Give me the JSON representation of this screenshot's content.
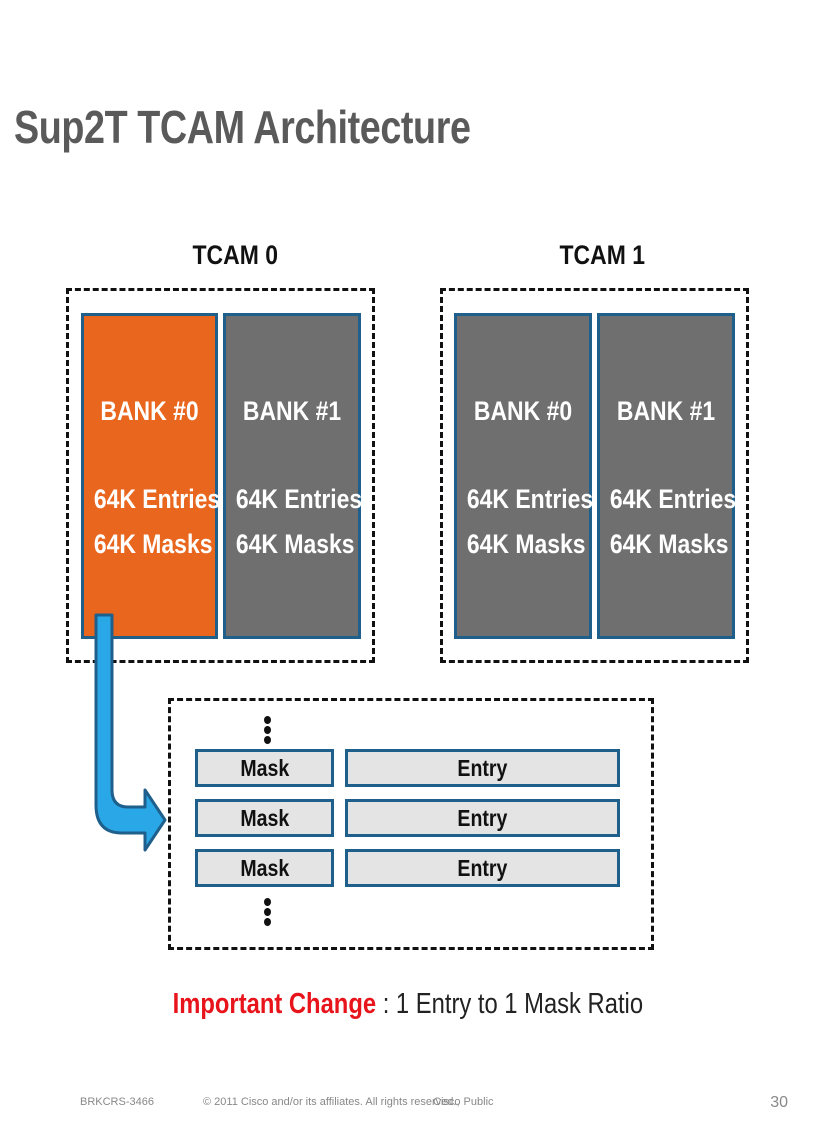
{
  "title": "Sup2T TCAM Architecture",
  "tcams": [
    {
      "label": "TCAM 0",
      "banks": [
        {
          "name": "BANK #0",
          "entries": "64K Entries",
          "masks": "64K Masks",
          "active": true
        },
        {
          "name": "BANK #1",
          "entries": "64K Entries",
          "masks": "64K Masks",
          "active": false
        }
      ]
    },
    {
      "label": "TCAM 1",
      "banks": [
        {
          "name": "BANK #0",
          "entries": "64K Entries",
          "masks": "64K Masks",
          "active": false
        },
        {
          "name": "BANK #1",
          "entries": "64K Entries",
          "masks": "64K Masks",
          "active": false
        }
      ]
    }
  ],
  "detail_rows": [
    {
      "mask": "Mask",
      "entry": "Entry"
    },
    {
      "mask": "Mask",
      "entry": "Entry"
    },
    {
      "mask": "Mask",
      "entry": "Entry"
    }
  ],
  "important": {
    "highlight": "Important Change",
    "text": " : 1 Entry to 1 Mask Ratio"
  },
  "footer": {
    "session": "BRKCRS-3466",
    "copyright": "© 2011 Cisco and/or its affiliates. All rights reserved.,",
    "classification": "Cisco Public",
    "page_number": "30"
  },
  "colors": {
    "active_bank": "#e9661e",
    "inactive_bank": "#6f6f6f",
    "bank_border": "#1f5f8b",
    "arrow": "#2aa7e6",
    "highlight_text": "#e8141b"
  }
}
